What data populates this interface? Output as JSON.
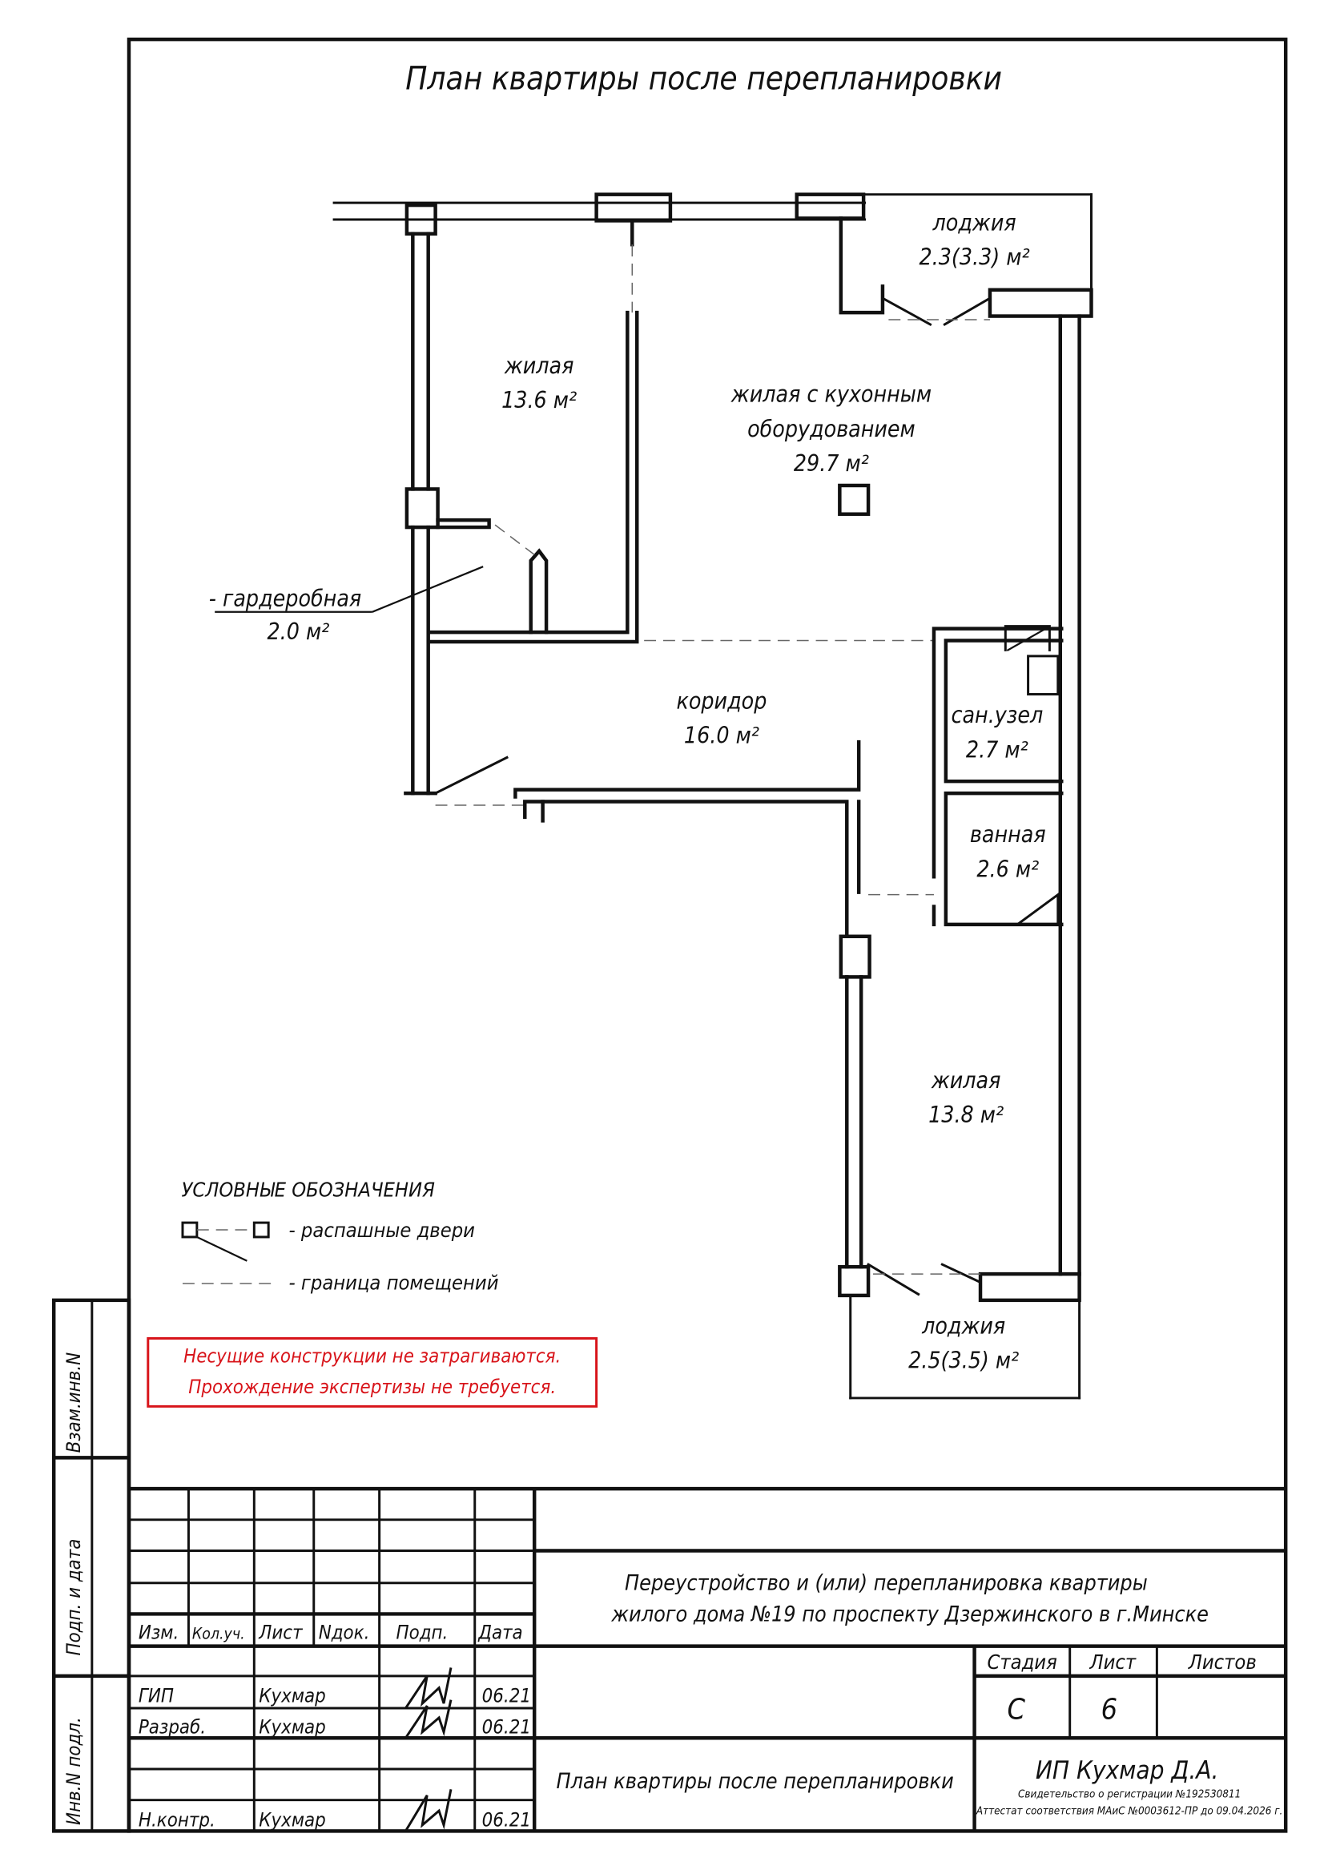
{
  "title": "План квартиры после перепланировки",
  "rooms": {
    "loggia_top": {
      "name": "лоджия",
      "area": "2.3(3.3) м²"
    },
    "living_1": {
      "name": "жилая",
      "area": "13.6 м²"
    },
    "kitchen_living": {
      "name_1": "жилая с кухонным",
      "name_2": "оборудованием",
      "area": "29.7 м²"
    },
    "wardrobe": {
      "name": "- гардеробная",
      "area": "2.0 м²"
    },
    "corridor": {
      "name": "коридор",
      "area": "16.0 м²"
    },
    "wc": {
      "name": "сан.узел",
      "area": "2.7 м²"
    },
    "bathroom": {
      "name": "ванная",
      "area": "2.6 м²"
    },
    "living_2": {
      "name": "жилая",
      "area": "13.8 м²"
    },
    "loggia_bottom": {
      "name": "лоджия",
      "area": "2.5(3.5) м²"
    }
  },
  "legend": {
    "title": "УСЛОВНЫЕ ОБОЗНАЧЕНИЯ",
    "doors": "- распашные двери",
    "boundary": "- граница помещений"
  },
  "notice": {
    "line1": "Несущие конструкции не затрагиваются.",
    "line2": "Прохождение экспертизы не требуется.",
    "color": "#d8141a"
  },
  "side_stamp": {
    "vzam": "Взам.инв.N",
    "podp": "Подп. и дата",
    "inv": "Инв.N подл."
  },
  "title_block": {
    "headers": [
      "Изм.",
      "Кол.уч.",
      "Лист",
      "Nдок.",
      "Подп.",
      "Дата"
    ],
    "rows": [
      {
        "role": "ГИП",
        "name": "Кухмар",
        "date": "06.21"
      },
      {
        "role": "Разраб.",
        "name": "Кухмар",
        "date": "06.21"
      },
      {
        "role": "Н.контр.",
        "name": "Кухмар",
        "date": "06.21"
      }
    ],
    "project_line1": "Переустройство и (или) перепланировка квартиры",
    "project_line2": "жилого дома №19 по проспекту Дзержинского в г.Минске",
    "stage_label": "Стадия",
    "sheet_label": "Лист",
    "sheets_label": "Листов",
    "stage": "С",
    "sheet": "6",
    "sheets": "",
    "drawing_name": "План квартиры после перепланировки",
    "company": "ИП Кухмар Д.А.",
    "cert1": "Свидетельство о регистрации №192530811",
    "cert2": "Аттестат соответствия МАиС №0003612-ПР до 09.04.2026 г."
  }
}
